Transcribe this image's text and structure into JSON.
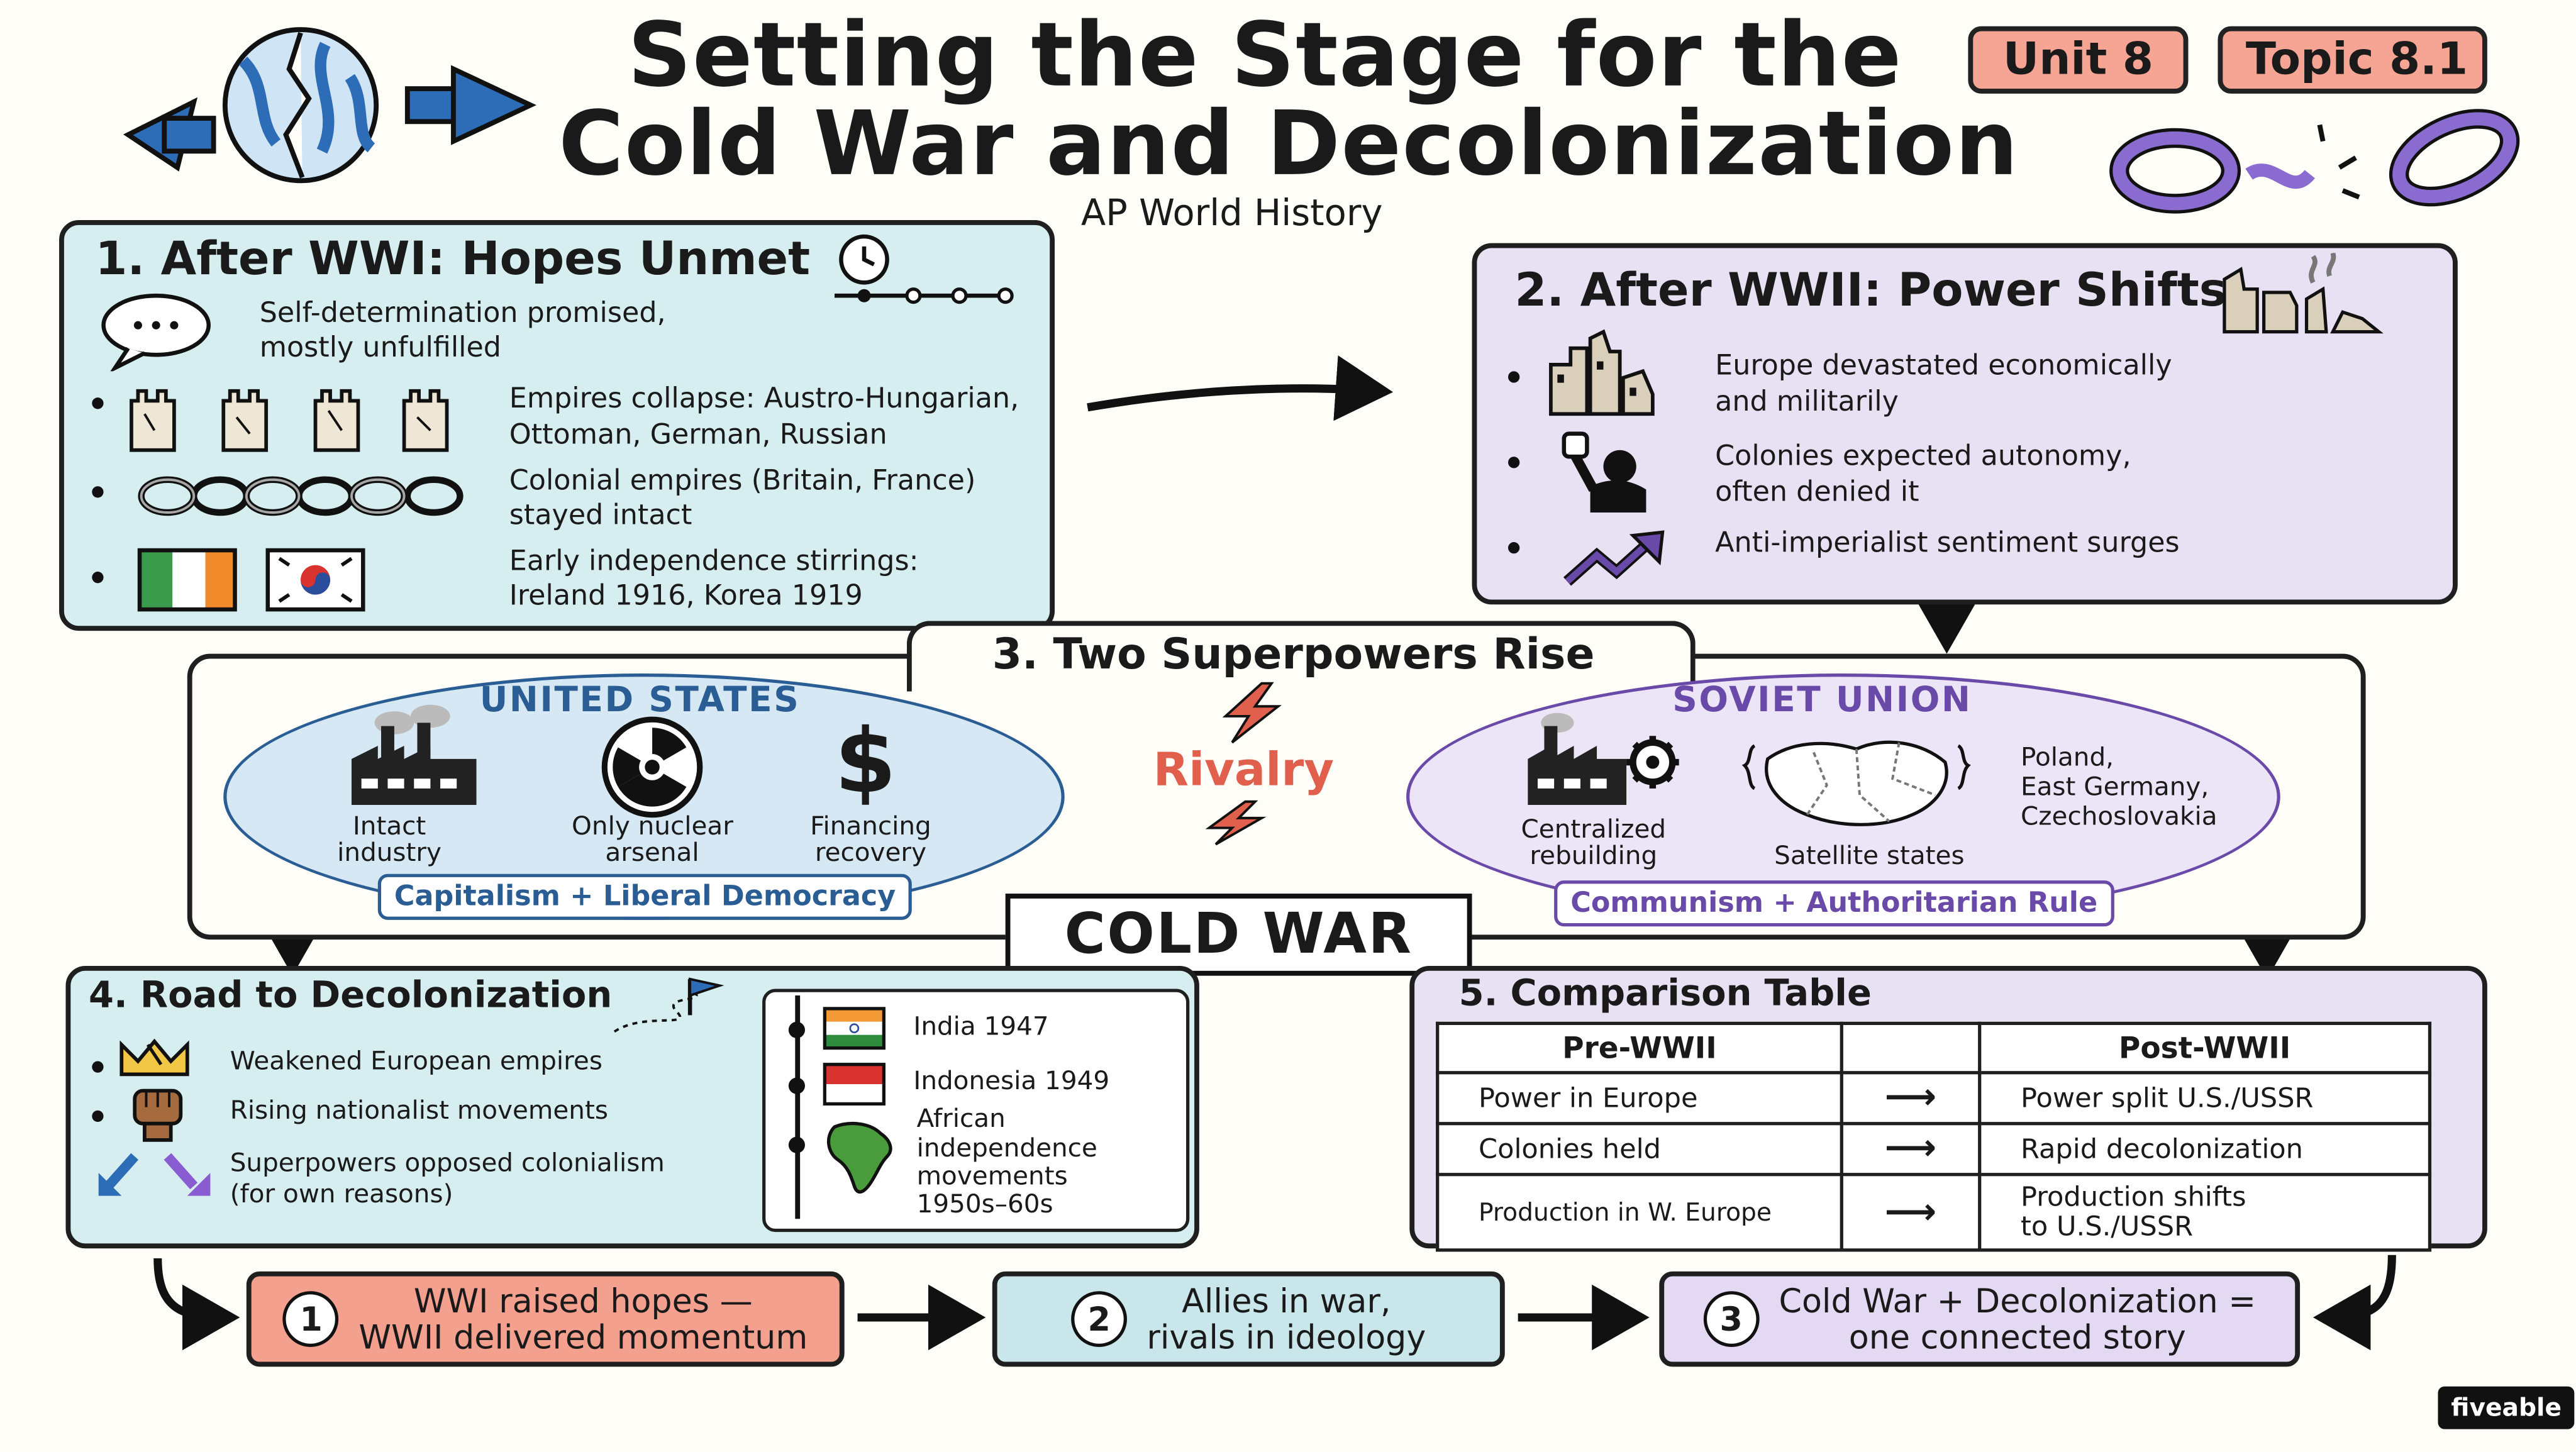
{
  "header": {
    "title_line1": "Setting the Stage for the",
    "title_line2": "Cold War and Decolonization",
    "subtitle": "AP World History",
    "unit_tag": "Unit 8",
    "topic_tag": "Topic 8.1"
  },
  "panel1": {
    "title": "1. After WWI: Hopes Unmet",
    "items": [
      "Self-determination promised, mostly unfulfilled",
      "Empires collapse: Austro-Hungarian, Ottoman, German, Russian",
      "Colonial empires (Britain, France) stayed intact",
      "Early independence stirrings: Ireland 1916, Korea 1919"
    ],
    "lines": {
      "i0a": "Self-determination promised,",
      "i0b": "mostly unfulfilled",
      "i1a": "Empires collapse: Austro-Hungarian,",
      "i1b": "Ottoman, German, Russian",
      "i2a": "Colonial empires (Britain, France)",
      "i2b": "stayed intact",
      "i3a": "Early independence stirrings:",
      "i3b": "Ireland 1916, Korea 1919"
    }
  },
  "panel2": {
    "title": "2. After WWII: Power Shifts",
    "lines": {
      "i0a": "Europe devastated economically",
      "i0b": "and militarily",
      "i1a": "Colonies expected autonomy,",
      "i1b": "often denied it",
      "i2a": "Anti-imperialist sentiment surges"
    }
  },
  "panel3": {
    "title": "3. Two Superpowers Rise",
    "us": {
      "heading": "UNITED STATES",
      "f1a": "Intact",
      "f1b": "industry",
      "f2a": "Only nuclear",
      "f2b": "arsenal",
      "f3a": "Financing",
      "f3b": "recovery",
      "ideology": "Capitalism + Liberal Democracy"
    },
    "rivalry": "Rivalry",
    "cold_war": "COLD WAR",
    "su": {
      "heading": "SOVIET UNION",
      "f1a": "Centralized",
      "f1b": "rebuilding",
      "f2": "Satellite states",
      "countries_a": "Poland,",
      "countries_b": "East Germany,",
      "countries_c": "Czechoslovakia",
      "ideology": "Communism + Authoritarian Rule"
    }
  },
  "panel4": {
    "title": "4. Road to Decolonization",
    "i0": "Weakened European empires",
    "i1": "Rising nationalist movements",
    "i2a": "Superpowers opposed colonialism",
    "i2b": "(for own reasons)",
    "timeline": {
      "t0": "India 1947",
      "t1": "Indonesia 1949",
      "t2a": "African",
      "t2b": "independence",
      "t2c": "movements",
      "t2d": "1950s–60s"
    }
  },
  "panel5": {
    "title": "5. Comparison Table",
    "head_pre": "Pre-WWII",
    "head_post": "Post-WWII",
    "rows": [
      {
        "pre": "Power in Europe",
        "post": "Power split U.S./USSR"
      },
      {
        "pre": "Colonies held",
        "post": "Rapid decolonization"
      },
      {
        "pre": "Production in W. Europe",
        "post_a": "Production shifts",
        "post_b": "to U.S./USSR"
      }
    ]
  },
  "summary": {
    "n1": "1",
    "s1a": "WWI raised hopes —",
    "s1b": "WWII delivered momentum",
    "n2": "2",
    "s2a": "Allies in war,",
    "s2b": "rivals in ideology",
    "n3": "3",
    "s3a": "Cold War + Decolonization =",
    "s3b": "one connected story"
  },
  "brand": "fiveable",
  "colors": {
    "panel_teal": "#d7eef0",
    "panel_lavender": "#e8e1f4",
    "tag_salmon": "#f6a493",
    "us_blue": "#2a5d93",
    "su_purple": "#6a4aa8",
    "rivalry_red": "#e0604d",
    "summary_red": "#f4a08e",
    "summary_teal": "#c9e7ea",
    "summary_lavender": "#e3d9f3"
  },
  "icons": [
    "broken-globe-icon",
    "arrow-left-icon",
    "arrow-right-icon",
    "broken-chain-icon",
    "clock-icon",
    "speech-bubble-icon",
    "ruined-tower-icon",
    "chain-icon",
    "ireland-flag-icon",
    "korea-flag-icon",
    "ruined-city-icon",
    "raised-fist-icon",
    "trend-up-icon",
    "factory-icon",
    "radiation-icon",
    "dollar-icon",
    "lightning-icon",
    "gear-factory-icon",
    "map-icon",
    "crown-icon",
    "fist-icon",
    "flag-path-icon",
    "india-flag-icon",
    "indonesia-flag-icon",
    "africa-icon"
  ]
}
